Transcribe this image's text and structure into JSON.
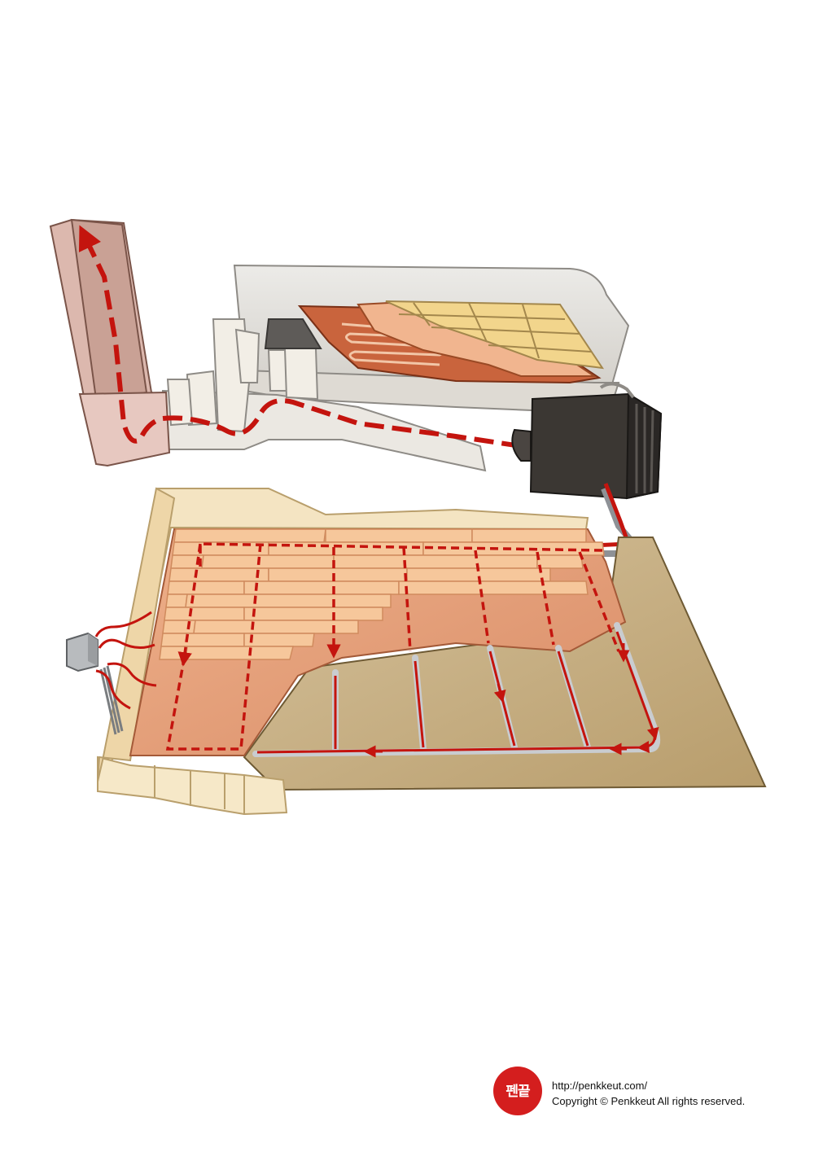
{
  "credit": {
    "logo_text": "펜끝",
    "url": "http://penkkeut.com/",
    "copyright": "Copyright © Penkkeut All rights reserved."
  },
  "colors": {
    "flow_arrow": "#c4140e",
    "boiler": "#3b3733",
    "pipe": "#c9ccd0",
    "floor_tile": "#f6c79b",
    "floor_base": "#e7a57c",
    "ground": "#c8b185",
    "wall": "#f4e4c2",
    "old_room_wall": "#e5e1da",
    "chimney": "#dcb8ae"
  },
  "icons": [
    "boiler-icon",
    "chimney-icon",
    "thermostat-icon",
    "heat-wave-icon",
    "flow-arrow-icon"
  ]
}
